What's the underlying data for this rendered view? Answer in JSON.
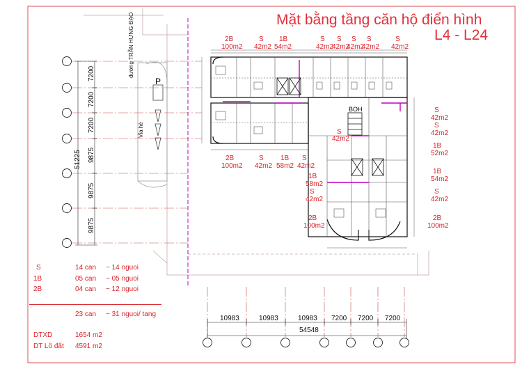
{
  "title": {
    "line1": "Mặt bằng tầng căn hộ điển hình",
    "line2": "L4 - L24"
  },
  "street": {
    "name": "đường TRẦN HƯNG ĐẠO",
    "sidewalk": "Vỉa hè",
    "parking": "P"
  },
  "core": {
    "boh": "BOH"
  },
  "top_units": [
    {
      "type": "2B",
      "area": "100m2"
    },
    {
      "type": "S",
      "area": "42m2"
    },
    {
      "type": "1B",
      "area": "54m2"
    },
    {
      "type": "S",
      "area": "42m2"
    },
    {
      "type": "S",
      "area": "42m2"
    },
    {
      "type": "S",
      "area": "42m2"
    },
    {
      "type": "S",
      "area": "42m2"
    },
    {
      "type": "S",
      "area": "42m2"
    }
  ],
  "lower_left_units": [
    {
      "type": "2B",
      "area": "100m2"
    },
    {
      "type": "S",
      "area": "42m2"
    },
    {
      "type": "1B",
      "area": "58m2"
    },
    {
      "type": "S",
      "area": "42m2"
    }
  ],
  "center_unit": {
    "type": "S",
    "area": "42m2"
  },
  "middle_left_units": [
    {
      "type": "1B",
      "area": "58m2"
    },
    {
      "type": "S",
      "area": "42m2"
    },
    {
      "type": "2B",
      "area": "100m2"
    }
  ],
  "right_units": [
    {
      "type": "S",
      "area": "42m2"
    },
    {
      "type": "S",
      "area": "42m2"
    },
    {
      "type": "1B",
      "area": "52m2"
    },
    {
      "type": "1B",
      "area": "54m2"
    },
    {
      "type": "S",
      "area": "42m2"
    },
    {
      "type": "2B",
      "area": "100m2"
    }
  ],
  "left_dimensions": {
    "total": "51225",
    "segments": [
      "7200",
      "7200",
      "7200",
      "9875",
      "9875",
      "9875"
    ]
  },
  "bottom_dimensions": {
    "total": "54548",
    "segments": [
      "10983",
      "10983",
      "10983",
      "7200",
      "7200",
      "7200"
    ]
  },
  "legend": [
    {
      "key": "S",
      "count": "14 can",
      "people": "~ 14 nguoi"
    },
    {
      "key": "1B",
      "count": "05 can",
      "people": "~ 05 nguoi"
    },
    {
      "key": "2B",
      "count": "04 can",
      "people": "~ 12 nguoi"
    }
  ],
  "totals": {
    "count": "23 can",
    "people": "~ 31 nguoi/ tang"
  },
  "areas": [
    {
      "label": "DTXD",
      "value": "1654 m2"
    },
    {
      "label": "DT Lô đất",
      "value": "4591 m2"
    }
  ]
}
